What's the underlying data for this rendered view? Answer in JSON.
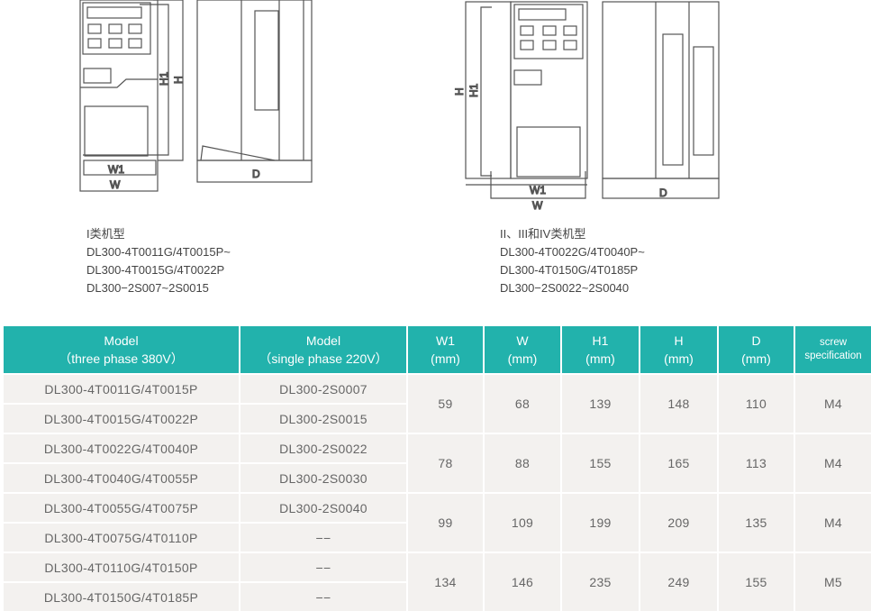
{
  "drawings": {
    "left": {
      "labels": {
        "w1": "W1",
        "w": "W",
        "h1": "H1",
        "h": "H",
        "d": "D"
      }
    },
    "right": {
      "labels": {
        "w1": "W1",
        "w": "W",
        "h1": "H1",
        "h": "H",
        "d": "D"
      }
    }
  },
  "captions": {
    "left": [
      "I类机型",
      "DL300-4T0011G/4T0015P~",
      "DL300-4T0015G/4T0022P",
      "DL300−2S007~2S0015"
    ],
    "right": [
      "II、III和IV类机型",
      "DL300-4T0022G/4T0040P~",
      "DL300-4T0150G/4T0185P",
      "DL300−2S0022~2S0040"
    ]
  },
  "table": {
    "headers": [
      [
        "Model",
        "（three phase 380V）"
      ],
      [
        "Model",
        "（single phase 220V）"
      ],
      [
        "W1",
        "(mm)"
      ],
      [
        "W",
        "(mm)"
      ],
      [
        "H1",
        "(mm)"
      ],
      [
        "H",
        "(mm)"
      ],
      [
        "D",
        "(mm)"
      ],
      [
        "screw",
        "specification"
      ]
    ],
    "groups": [
      {
        "rows": [
          [
            "DL300-4T0011G/4T0015P",
            "DL300-2S0007"
          ],
          [
            "DL300-4T0015G/4T0022P",
            "DL300-2S0015"
          ]
        ],
        "dims": [
          "59",
          "68",
          "139",
          "148",
          "110",
          "M4"
        ]
      },
      {
        "rows": [
          [
            "DL300-4T0022G/4T0040P",
            "DL300-2S0022"
          ],
          [
            "DL300-4T0040G/4T0055P",
            "DL300-2S0030"
          ]
        ],
        "dims": [
          "78",
          "88",
          "155",
          "165",
          "113",
          "M4"
        ]
      },
      {
        "rows": [
          [
            "DL300-4T0055G/4T0075P",
            "DL300-2S0040"
          ],
          [
            "DL300-4T0075G/4T0110P",
            "−−"
          ]
        ],
        "dims": [
          "99",
          "109",
          "199",
          "209",
          "135",
          "M4"
        ]
      },
      {
        "rows": [
          [
            "DL300-4T0110G/4T0150P",
            "−−"
          ],
          [
            "DL300-4T0150G/4T0185P",
            "−−"
          ]
        ],
        "dims": [
          "134",
          "146",
          "235",
          "249",
          "155",
          "M5"
        ]
      }
    ]
  }
}
